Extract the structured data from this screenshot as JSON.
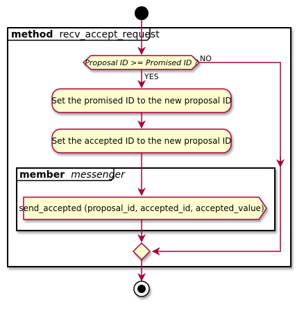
{
  "frames": {
    "outer": {
      "keyword": "method",
      "name": "recv_accept_request"
    },
    "inner": {
      "keyword": "member",
      "name": "messenger"
    }
  },
  "decision": {
    "condition": "Proposal ID >= Promised ID ?",
    "yes_label": "YES",
    "no_label": "NO"
  },
  "actions": {
    "set_promised": "Set the promised ID to the new proposal ID",
    "set_accepted": "Set the accepted ID to the new proposal ID",
    "send_accepted": "send_accepted (proposal_id, accepted_id, accepted_value)"
  },
  "colors": {
    "node_fill": "#FEFECE",
    "node_stroke": "#A80036",
    "edge": "#A80036",
    "frame_stroke": "#000000",
    "start_end": "#000000"
  }
}
